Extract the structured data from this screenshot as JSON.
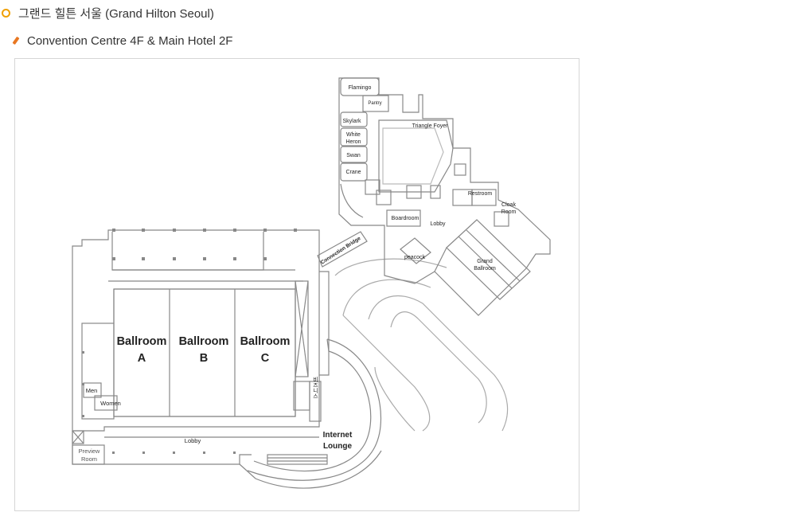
{
  "header": {
    "title": "그랜드 힐튼 서울 (Grand Hilton Seoul)",
    "subtitle": "Convention Centre 4F & Main Hotel 2F"
  },
  "map": {
    "rooms": {
      "flamingo": "Flamingo",
      "pantry": "Pantry",
      "skylark": "Skylark",
      "white_heron_1": "White",
      "white_heron_2": "Heron",
      "swan": "Swan",
      "crane": "Crane",
      "triangle_foyer": "Triangle Foyer",
      "restroom": "Restroom",
      "cloak_1": "Cloak",
      "cloak_2": "Room",
      "boardroom": "Boardroom",
      "lobby_hotel": "Lobby",
      "connection_bridge": "Connection Bridge",
      "peacock": "peacock",
      "grand_ballroom_1": "Grand",
      "grand_ballroom_2": "Ballroom",
      "ballroom_a_1": "Ballroom",
      "ballroom_a_2": "A",
      "ballroom_b_1": "Ballroom",
      "ballroom_b_2": "B",
      "ballroom_c_1": "Ballroom",
      "ballroom_c_2": "C",
      "men": "Men",
      "women": "Women",
      "lobby_convention": "Lobby",
      "preview_1": "Preview",
      "preview_2": "Room",
      "internet_1": "Internet",
      "internet_2": "Lounge",
      "vertical_sign": "비즈니스"
    }
  }
}
